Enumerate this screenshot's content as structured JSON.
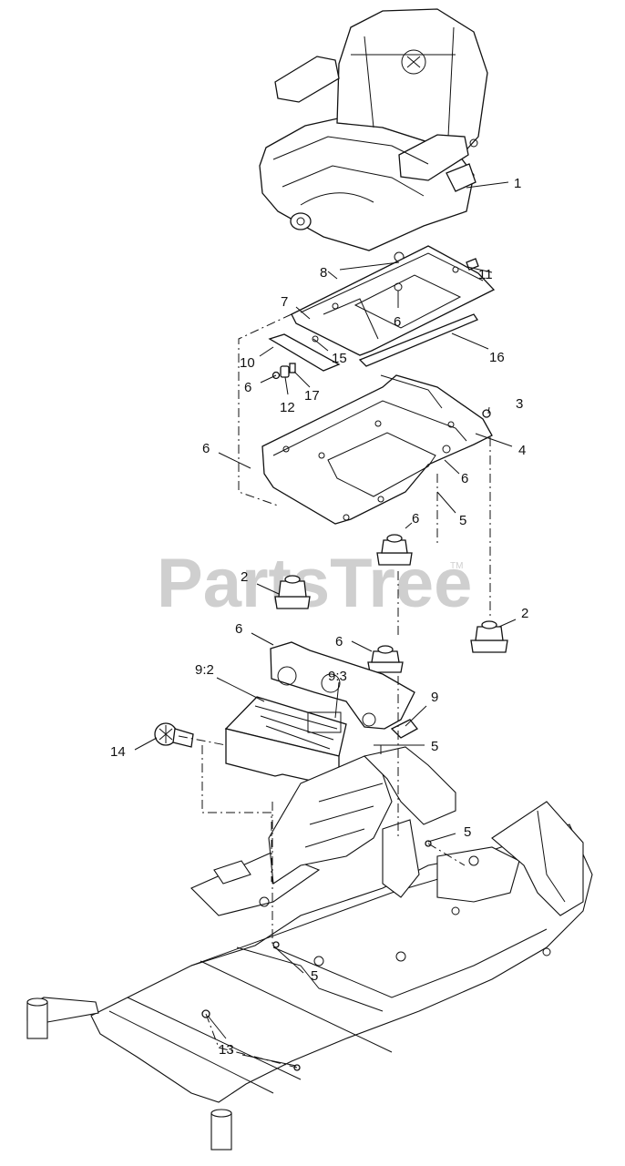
{
  "watermark": {
    "text": "PartsTree",
    "mark": "TM"
  },
  "callouts": {
    "c1": "1",
    "c2a": "2",
    "c2b": "2",
    "c3": "3",
    "c4": "4",
    "c5a": "5",
    "c5b": "5",
    "c5c": "5",
    "c5d": "5",
    "c6a": "6",
    "c6b": "6",
    "c6c": "6",
    "c6d": "6",
    "c6e": "6",
    "c6f": "6",
    "c6g": "6",
    "c7": "7",
    "c8": "8",
    "c9": "9",
    "c92": "9:2",
    "c93": "9:3",
    "c10": "10",
    "c11": "11",
    "c12": "12",
    "c13": "13",
    "c14": "14",
    "c15": "15",
    "c16": "16",
    "c17": "17"
  }
}
